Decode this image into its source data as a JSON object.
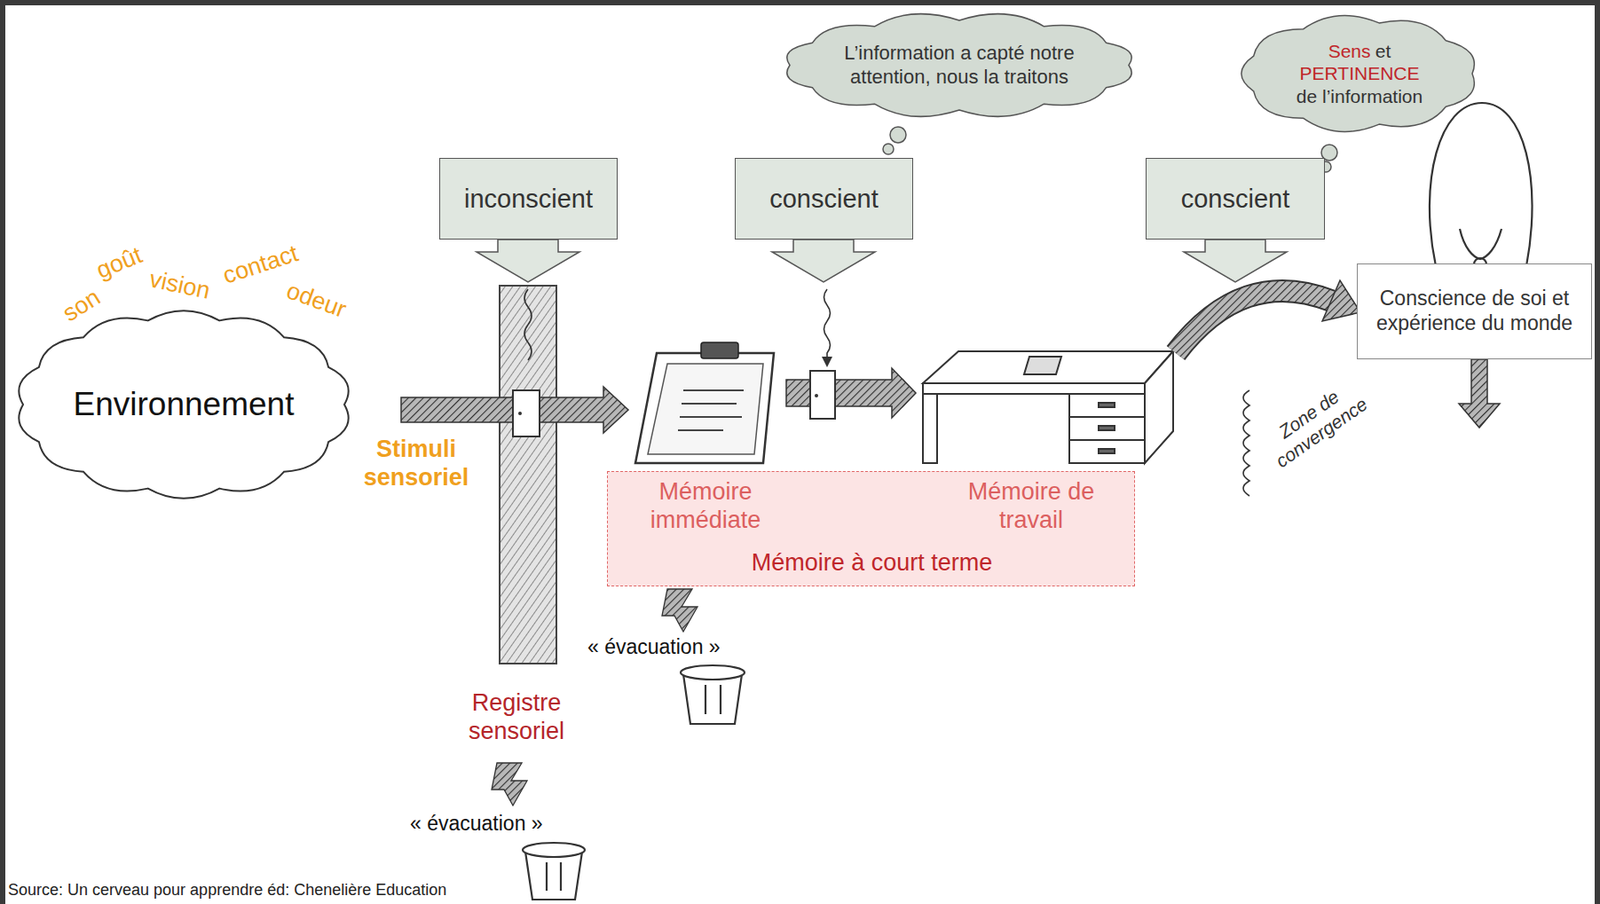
{
  "diagram": {
    "caption": "Source: Un cerveau pour apprendre éd: Chenelière Education",
    "nodes": [
      {
        "text": [
          "Environnement"
        ]
      },
      {
        "text": [
          "inconscient"
        ]
      },
      {
        "text": [
          "L’information a capté notre attention, nous la traitons"
        ]
      },
      {
        "text": [
          "conscient"
        ]
      },
      {
        "text": [
          "Sens",
          "et",
          "PERTINENCE",
          "de l’information"
        ]
      },
      {
        "text": [
          "conscient"
        ]
      },
      {
        "text": [
          "Conscience de soi et expérience du monde"
        ]
      },
      {
        "text": [
          "Mémoire immédiate",
          "Mémoire de travail",
          "Mémoire à court terme"
        ]
      }
    ],
    "labels": [
      "goût",
      "vision",
      "contact",
      "son",
      "odeur",
      "Stimuli sensoriel",
      "« évacuation »",
      "Registre sensoriel",
      "Zone de convergence",
      "« évacuation »"
    ]
  }
}
